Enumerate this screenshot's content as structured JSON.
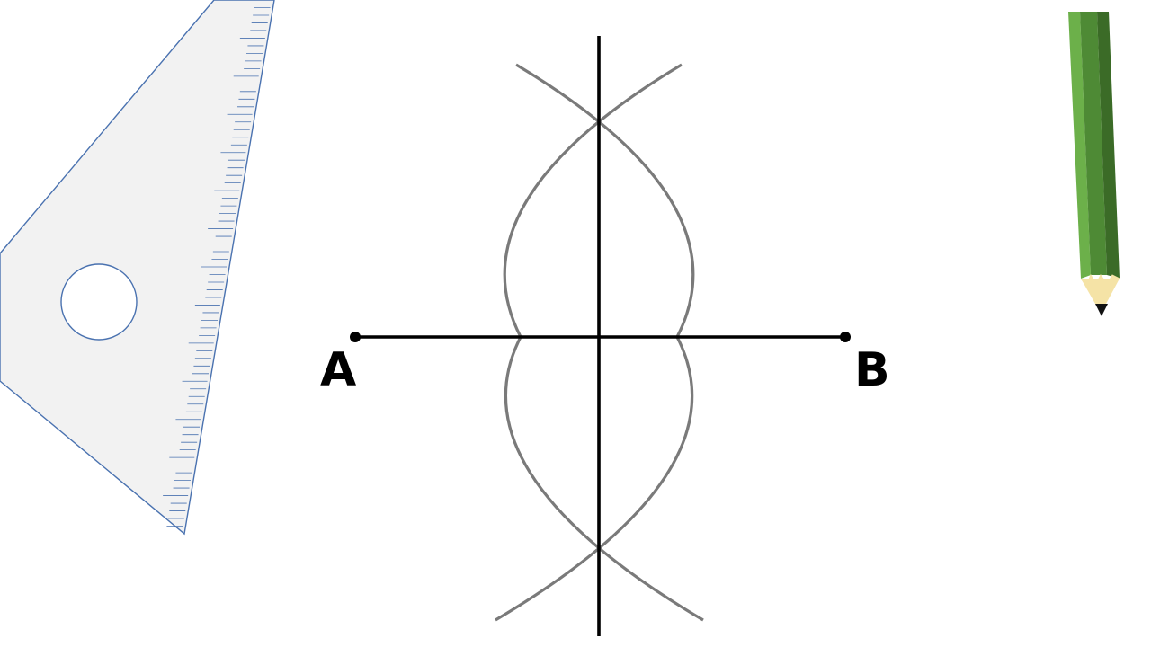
{
  "diagram": {
    "points": {
      "a_label": "A",
      "b_label": "B"
    },
    "colors": {
      "segment": "#000000",
      "bisector": "#000000",
      "arcs": "#7a7a7a",
      "set_square_fill": "#f2f2f2",
      "set_square_stroke": "#4a72b0",
      "pencil_light": "#6cb04a",
      "pencil_mid": "#4e8a35",
      "pencil_dark": "#3b6b27",
      "pencil_wood": "#f5e3a6",
      "pencil_lead": "#111111"
    },
    "tools": {
      "left_tool": "set-square",
      "right_tool": "pencil"
    }
  }
}
